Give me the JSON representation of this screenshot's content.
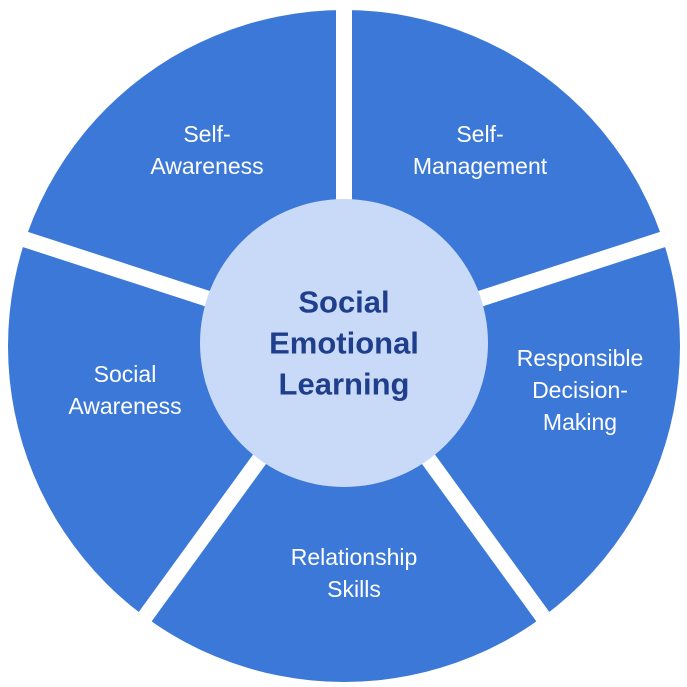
{
  "colors": {
    "segment": "#3b78d8",
    "center": "#c9daf8",
    "center_text": "#1f3f8c",
    "segment_text": "#ffffff",
    "gap": "#ffffff"
  },
  "center": {
    "lines": [
      "Social",
      "Emotional",
      "Learning"
    ]
  },
  "segments": [
    {
      "id": "self-management",
      "lines": [
        "Self-",
        "Management"
      ]
    },
    {
      "id": "responsible-decision-making",
      "lines": [
        "Responsible",
        "Decision-",
        "Making"
      ]
    },
    {
      "id": "relationship-skills",
      "lines": [
        "Relationship",
        "Skills"
      ]
    },
    {
      "id": "social-awareness",
      "lines": [
        "Social",
        "Awareness"
      ]
    },
    {
      "id": "self-awareness",
      "lines": [
        "Self-",
        "Awareness"
      ]
    }
  ]
}
